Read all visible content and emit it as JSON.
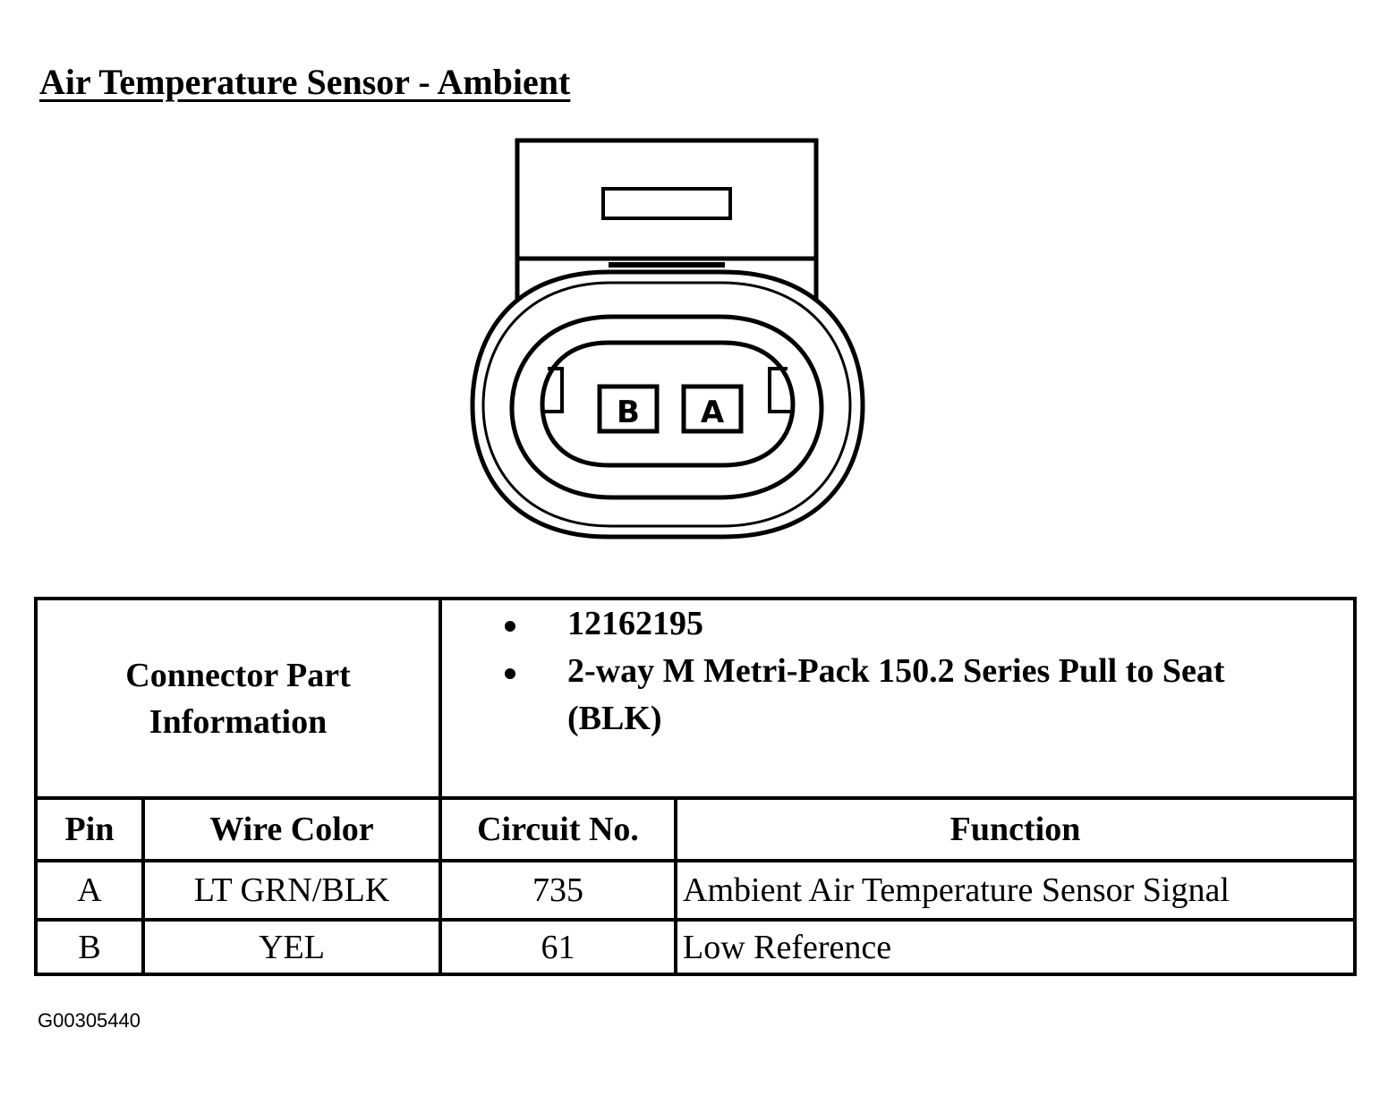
{
  "title": "Air Temperature Sensor - Ambient",
  "connector": {
    "cavities": [
      {
        "label": "B"
      },
      {
        "label": "A"
      }
    ]
  },
  "part_info": {
    "label_line1": "Connector Part",
    "label_line2": "Information",
    "part_number": "12162195",
    "description_line1": "2-way M Metri-Pack 150.2 Series Pull to Seat",
    "description_line2": "(BLK)"
  },
  "table": {
    "headers": [
      "Pin",
      "Wire Color",
      "Circuit No.",
      "Function"
    ],
    "rows": [
      {
        "pin": "A",
        "wire_color": "LT GRN/BLK",
        "circuit": "735",
        "function": "Ambient Air Temperature Sensor Signal"
      },
      {
        "pin": "B",
        "wire_color": "YEL",
        "circuit": "61",
        "function": "Low Reference"
      }
    ]
  },
  "figure_id": "G00305440"
}
